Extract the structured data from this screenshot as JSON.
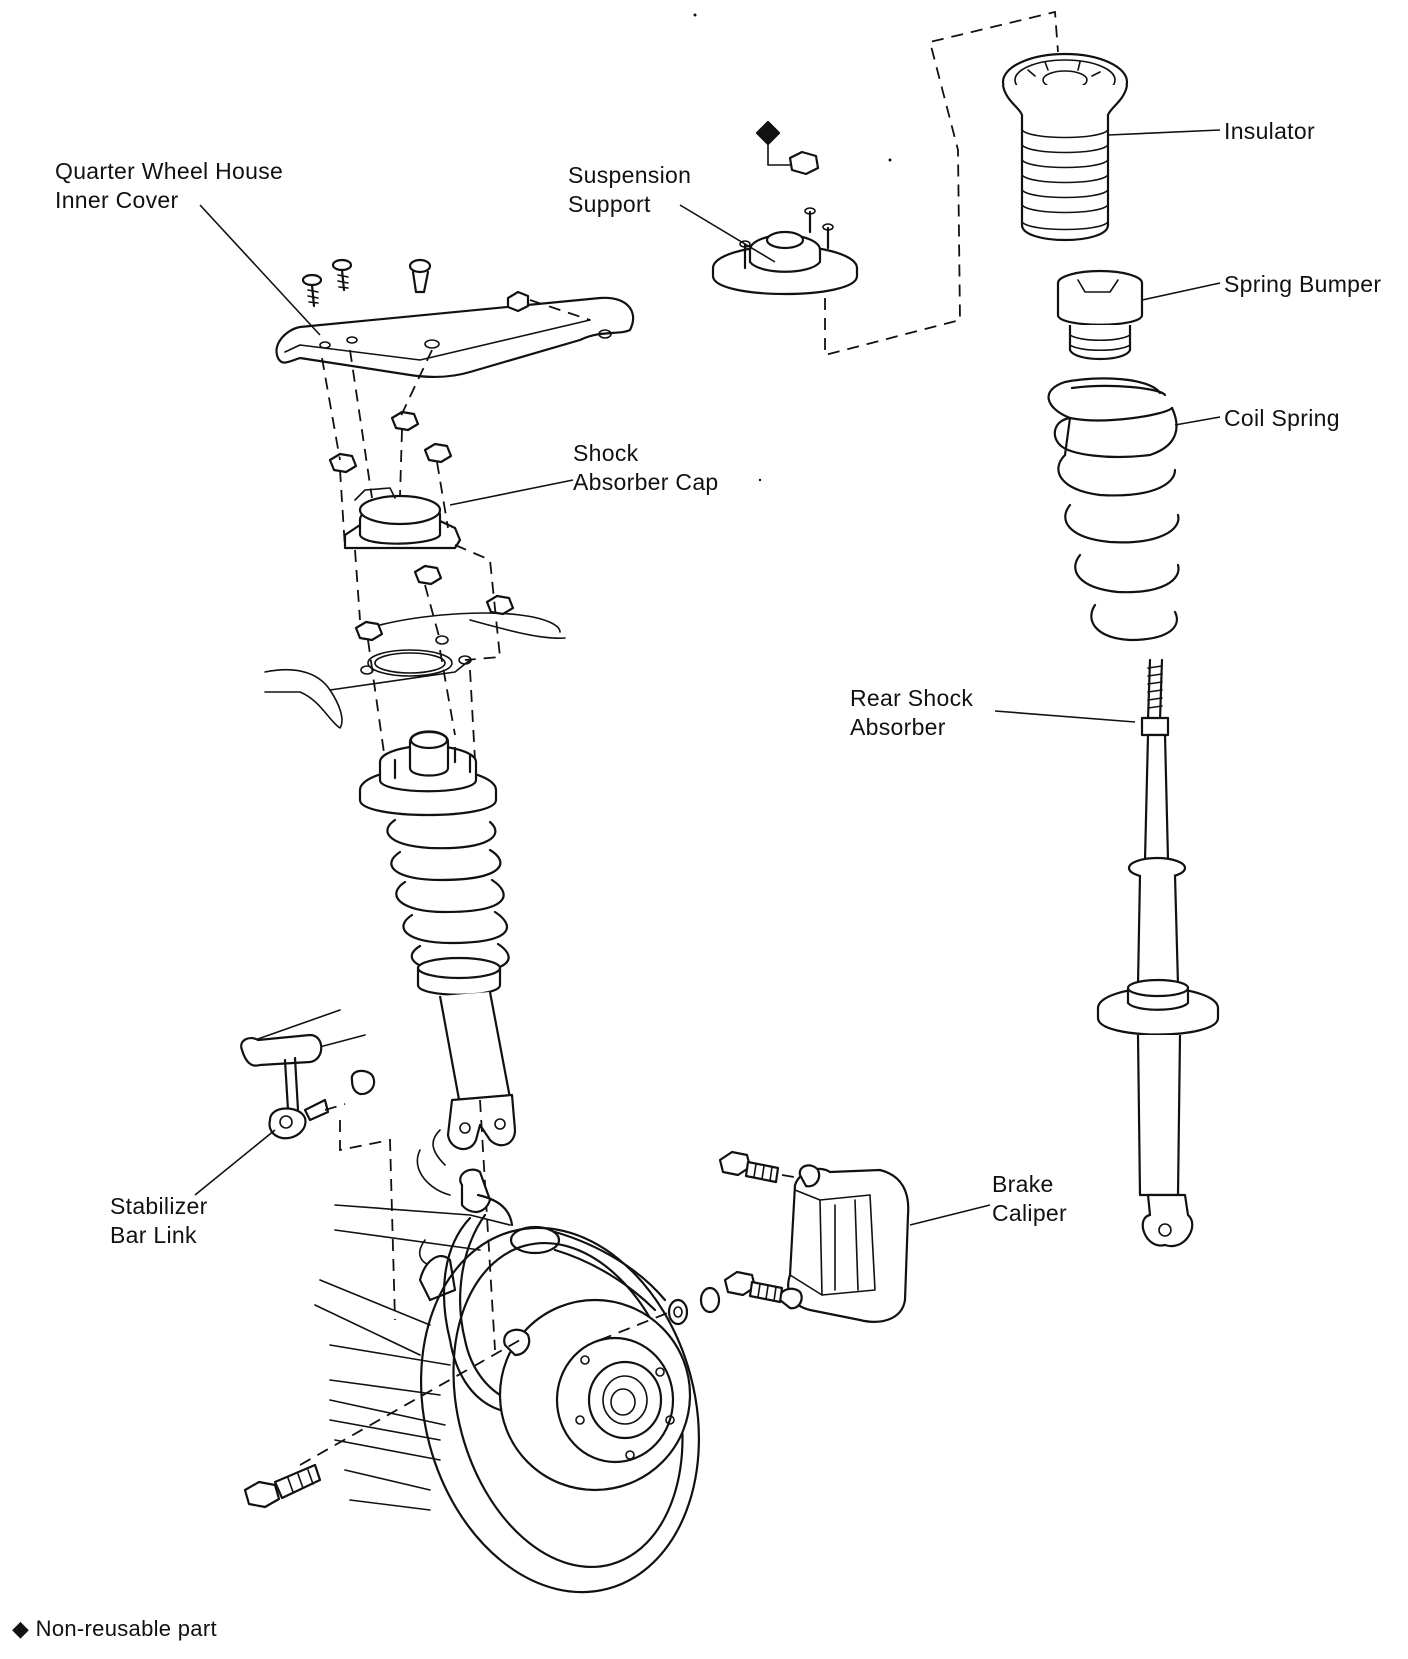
{
  "labels": {
    "quarter_wheel_house": "Quarter Wheel House\nInner Cover",
    "suspension_support": "Suspension\nSupport",
    "insulator": "Insulator",
    "spring_bumper": "Spring Bumper",
    "coil_spring": "Coil Spring",
    "shock_absorber_cap": "Shock\nAbsorber Cap",
    "rear_shock_absorber": "Rear Shock\nAbsorber",
    "brake_caliper": "Brake\nCaliper",
    "stabilizer_bar_link": "Stabilizer\nBar Link"
  },
  "legend": {
    "symbol": "◆",
    "text": "Non-reusable part"
  }
}
